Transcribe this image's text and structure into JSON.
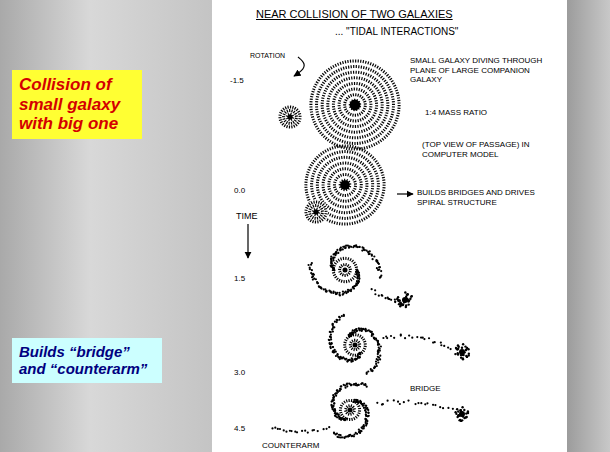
{
  "diagram": {
    "title": "NEAR COLLISION OF TWO GALAXIES",
    "nodes": [
      {
        "text": [
          "Collision of small galaxy with big one"
        ]
      },
      {
        "text": [
          "Builds “bridge” and “counterarm”"
        ]
      }
    ],
    "labels": [
      "... \"TIDAL INTERACTIONS\"",
      "ROTATION",
      "-1.5",
      "SMALL GALAXY DIVING THROUGH PLANE OF LARGE COMPANION GALAXY",
      "1:4 MASS RATIO",
      "(TOP VIEW OF PASSAGE) IN COMPUTER MODEL",
      "0.0",
      "TIME",
      "BUILDS BRIDGES AND DRIVES SPIRAL STRUCTURE",
      "1.5",
      "3.0",
      "BRIDGE",
      "4.5",
      "COUNTERARM"
    ]
  }
}
